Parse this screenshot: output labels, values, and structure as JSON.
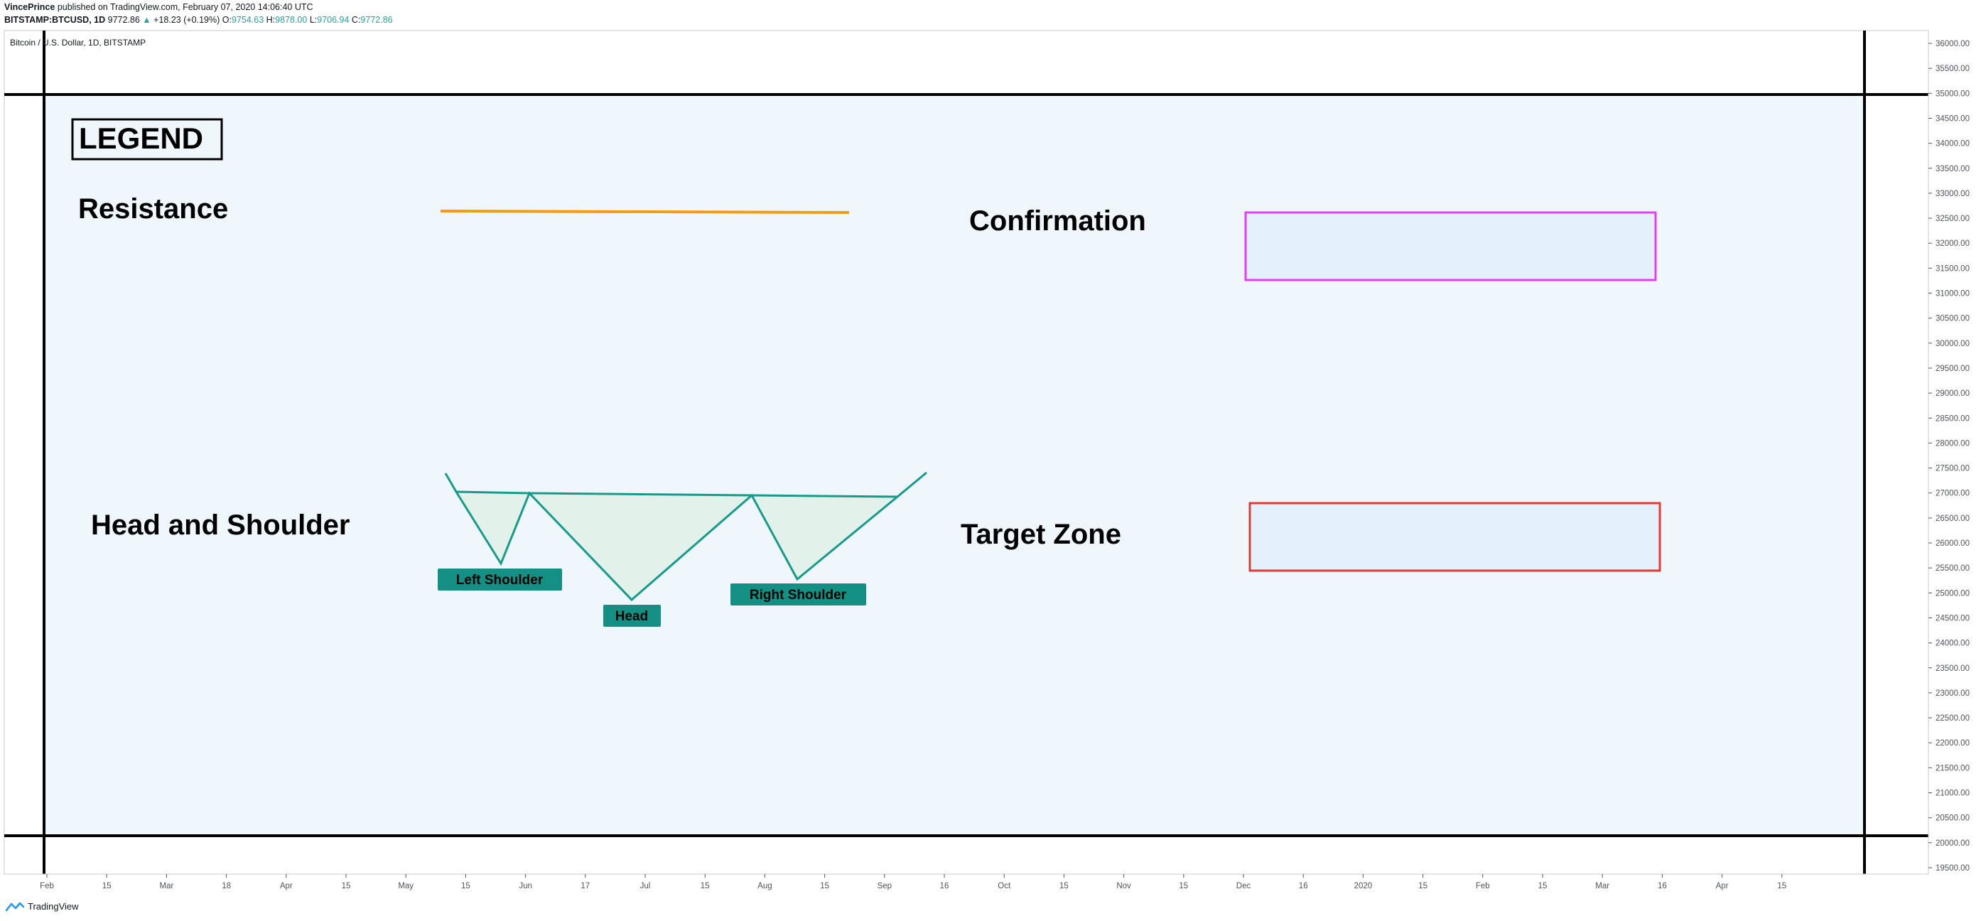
{
  "header": {
    "author": "VincePrince",
    "published_text": "published on TradingView.com, February 07, 2020 14:06:40 UTC",
    "symbol": "BITSTAMP:BTCUSD, 1D",
    "last": "9772.86",
    "change": "+18.23 (+0.19%)",
    "open_label": "O:",
    "open": "9754.63",
    "high_label": "H:",
    "high": "9878.00",
    "low_label": "L:",
    "low": "9706.94",
    "close_label": "C:",
    "close": "9772.86"
  },
  "pane_title": "Bitcoin / U.S. Dollar, 1D, BITSTAMP",
  "footer": {
    "brand": "TradingView"
  },
  "colors": {
    "panel_fill": "#eff6fc",
    "resistance": "#f39c12",
    "pattern": "#169b8a",
    "pattern_fill": "#e3f1eb",
    "confirmation_border": "#e040fb",
    "target_border": "#e53935",
    "zone_fill": "#e3f1fb",
    "tag_fill": "#138f83"
  },
  "chart_data": {
    "type": "line",
    "title": "",
    "y_axis": {
      "side": "right",
      "min": 19500,
      "max": 36000,
      "ticks": [
        "36000.00",
        "35500.00",
        "35000.00",
        "34500.00",
        "34000.00",
        "33500.00",
        "33000.00",
        "32500.00",
        "32000.00",
        "31500.00",
        "31000.00",
        "30500.00",
        "30000.00",
        "29500.00",
        "29000.00",
        "28500.00",
        "28000.00",
        "27500.00",
        "27000.00",
        "26500.00",
        "26000.00",
        "25500.00",
        "25000.00",
        "24500.00",
        "24000.00",
        "23500.00",
        "23000.00",
        "22500.00",
        "22000.00",
        "21500.00",
        "21000.00",
        "20500.00",
        "20000.00",
        "19500.00"
      ]
    },
    "x_axis": {
      "ticks": [
        "Feb",
        "15",
        "Mar",
        "18",
        "Apr",
        "15",
        "May",
        "15",
        "Jun",
        "17",
        "Jul",
        "15",
        "Aug",
        "15",
        "Sep",
        "16",
        "Oct",
        "15",
        "Nov",
        "15",
        "Dec",
        "16",
        "2020",
        "15",
        "Feb",
        "15",
        "Mar",
        "16",
        "Apr",
        "15"
      ]
    },
    "overlay": {
      "legend_title": "LEGEND",
      "labels": {
        "resistance": "Resistance",
        "confirmation": "Confirmation",
        "pattern": "Head and Shoulder",
        "target": "Target Zone"
      },
      "resistance_line": {
        "price": 32680
      },
      "pattern_tags": [
        "Left Shoulder",
        "Head",
        "Right Shoulder"
      ]
    }
  }
}
